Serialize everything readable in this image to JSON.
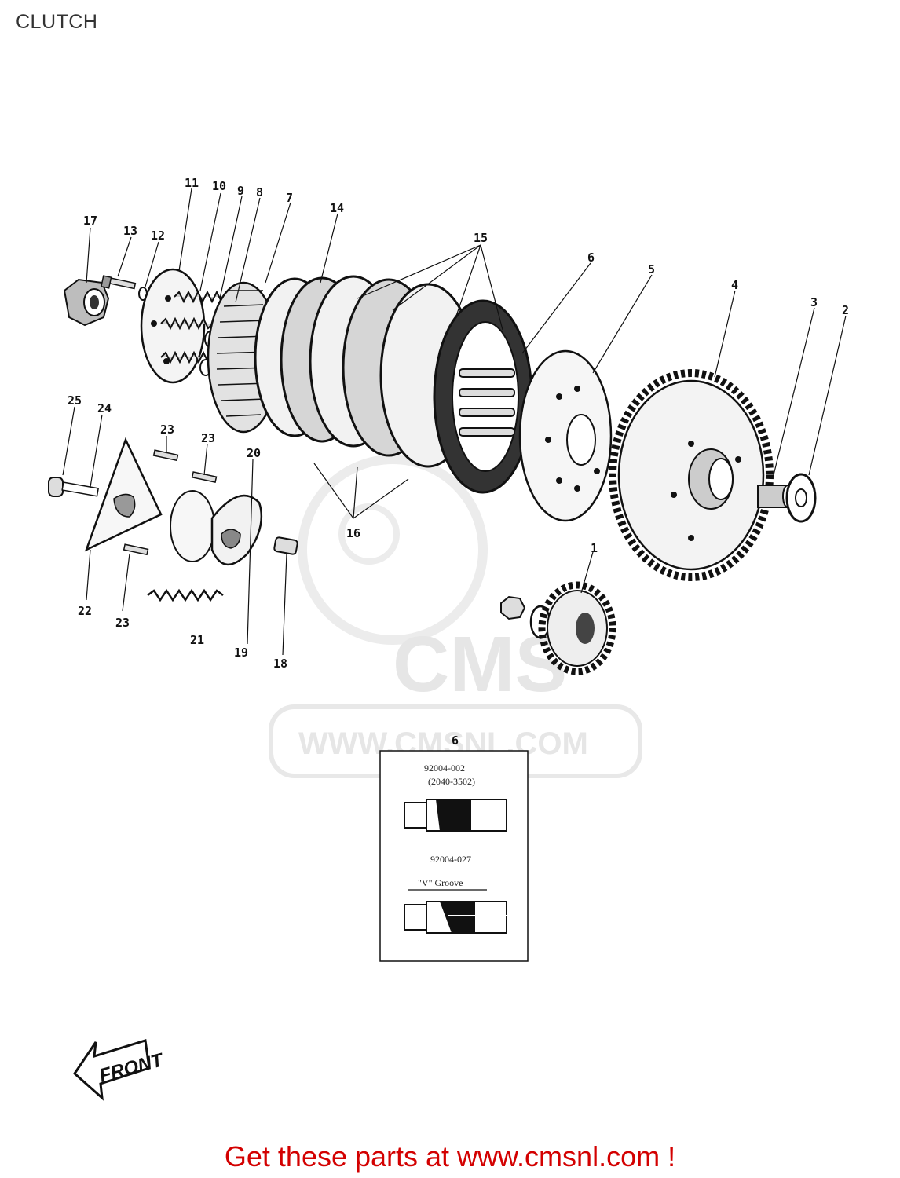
{
  "page": {
    "title": "CLUTCH"
  },
  "diagram": {
    "callouts": {
      "c1": "1",
      "c2": "2",
      "c3": "3",
      "c4": "4",
      "c5": "5",
      "c6": "6",
      "c7": "7",
      "c8": "8",
      "c9": "9",
      "c10": "10",
      "c11": "11",
      "c12": "12",
      "c13": "13",
      "c14": "14",
      "c15": "15",
      "c16": "16",
      "c17": "17",
      "c18": "18",
      "c19": "19",
      "c20": "20",
      "c21": "21",
      "c22": "22",
      "c23a": "23",
      "c23b": "23",
      "c23c": "23",
      "c24": "24",
      "c25": "25"
    },
    "detail_box": {
      "callout": "6",
      "part_a": "92004-002",
      "part_a_alt": "(2040-3502)",
      "part_b": "92004-027",
      "groove_label": "\"V\" Groove"
    },
    "front_arrow": "FRONT",
    "watermark": {
      "brand": "CMS",
      "url": "WWW.CMSNL.COM"
    }
  },
  "footer": {
    "link_text": "Get these parts at www.cmsnl.com !",
    "link_color": "#d30000"
  }
}
